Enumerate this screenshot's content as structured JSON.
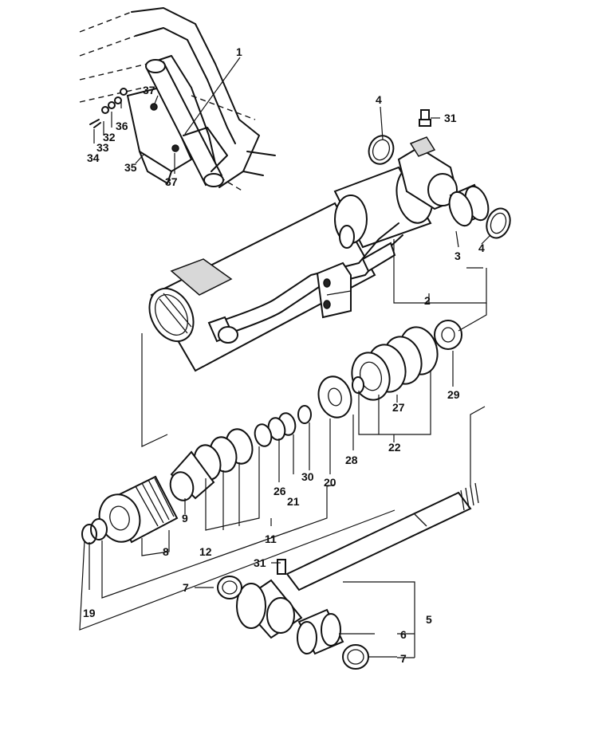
{
  "callouts": {
    "c1": "1",
    "c2": "2",
    "c3": "3",
    "c4a": "4",
    "c4b": "4",
    "c5": "5",
    "c6": "6",
    "c7a": "7",
    "c7b": "7",
    "c8": "8",
    "c9": "9",
    "c11": "11",
    "c12": "12",
    "c19": "19",
    "c20": "20",
    "c21": "21",
    "c22": "22",
    "c26": "26",
    "c27": "27",
    "c28": "28",
    "c29": "29",
    "c30": "30",
    "c31a": "31",
    "c31b": "31",
    "c32": "32",
    "c33": "33",
    "c34": "34",
    "c35": "35",
    "c36": "36",
    "c37a": "37",
    "c37b": "37"
  }
}
